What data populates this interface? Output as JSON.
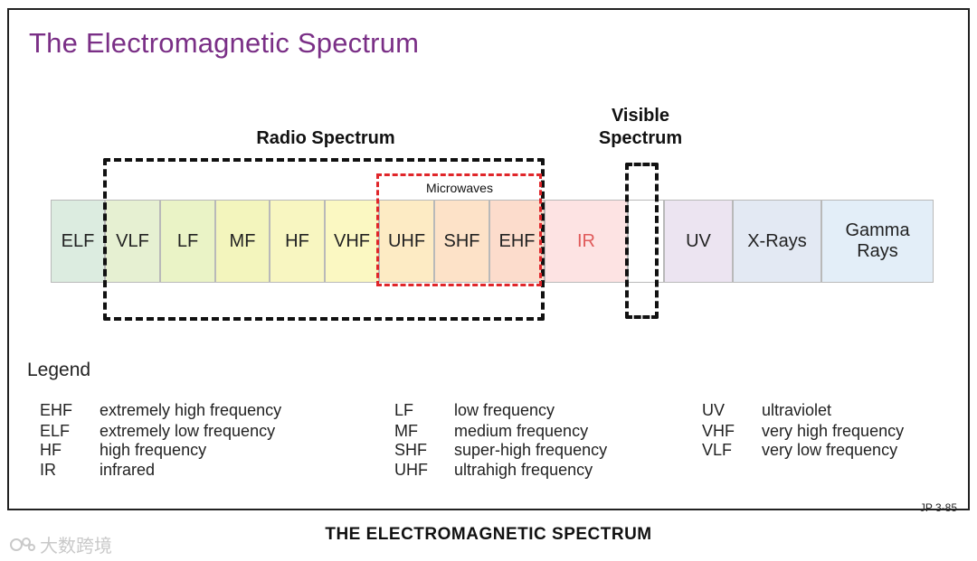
{
  "title": "The Electromagnetic Spectrum",
  "groups": {
    "radio": "Radio Spectrum",
    "visible": "Visible Spectrum",
    "microwaves": "Microwaves"
  },
  "bands": [
    {
      "label": "ELF",
      "color": "#dcece0"
    },
    {
      "label": "VLF",
      "color": "#e6f0d2"
    },
    {
      "label": "LF",
      "color": "#eaf3c6"
    },
    {
      "label": "MF",
      "color": "#f3f5bd"
    },
    {
      "label": "HF",
      "color": "#f8f6c1"
    },
    {
      "label": "VHF",
      "color": "#fbf8c2"
    },
    {
      "label": "UHF",
      "color": "#fdebc4"
    },
    {
      "label": "SHF",
      "color": "#fde2c8"
    },
    {
      "label": "EHF",
      "color": "#fcdccc"
    },
    {
      "label": "IR",
      "color": "#fde3e3",
      "text_color": "#e05a5a"
    },
    {
      "label": "",
      "color": "#ffffff"
    },
    {
      "label": "UV",
      "color": "#ece4f1"
    },
    {
      "label": "X-Rays",
      "color": "#e3e9f3"
    },
    {
      "label": "Gamma Rays",
      "color": "#e3eef8"
    }
  ],
  "legend": {
    "title": "Legend",
    "columns": [
      [
        {
          "abbr": "EHF",
          "text": "extremely high frequency"
        },
        {
          "abbr": "ELF",
          "text": "extremely low frequency"
        },
        {
          "abbr": "HF",
          "text": "high frequency"
        },
        {
          "abbr": "IR",
          "text": "infrared"
        }
      ],
      [
        {
          "abbr": "LF",
          "text": "low frequency"
        },
        {
          "abbr": "MF",
          "text": "medium frequency"
        },
        {
          "abbr": "SHF",
          "text": "super-high frequency"
        },
        {
          "abbr": "UHF",
          "text": "ultrahigh frequency"
        }
      ],
      [
        {
          "abbr": "UV",
          "text": "ultraviolet"
        },
        {
          "abbr": "VHF",
          "text": "very high frequency"
        },
        {
          "abbr": "VLF",
          "text": "very low frequency"
        }
      ]
    ]
  },
  "reference": "JP 3-85",
  "caption": "THE ELECTROMAGNETIC SPECTRUM",
  "watermark": "大数跨境",
  "colors": {
    "title": "#7a2f86",
    "microwave_box": "#e0262a",
    "ir_text": "#e05a5a"
  }
}
